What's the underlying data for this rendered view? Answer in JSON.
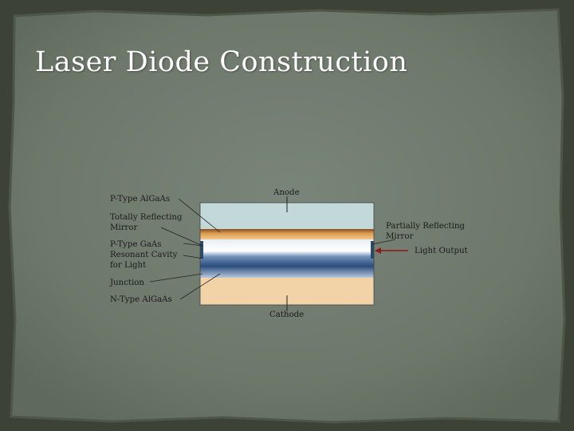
{
  "slide": {
    "title": "Laser Diode Construction"
  },
  "diagram": {
    "labels": {
      "anode": "Anode",
      "cathode": "Cathode",
      "p_algaas": "P-Type AlGaAs",
      "total_mirror_1": "Totally Reflecting",
      "total_mirror_2": "Mirror",
      "p_gaas_1": "P-Type GaAs",
      "p_gaas_2": "Resonant Cavity",
      "p_gaas_3": "for Light",
      "junction": "Junction",
      "n_algaas": "N-Type AlGaAs",
      "partial_mirror_1": "Partially Reflecting",
      "partial_mirror_2": "Mirror",
      "light_output": "Light Output"
    },
    "colors": {
      "background": "#6f7a6c",
      "frame": "#3d4236",
      "p_algaas_layer": "#c3d8d8",
      "active_region": "#d08a3a",
      "cavity": "#2c4e7e",
      "n_algaas_layer": "#f2d3a8",
      "output_arrow": "#8b1a1a"
    }
  }
}
